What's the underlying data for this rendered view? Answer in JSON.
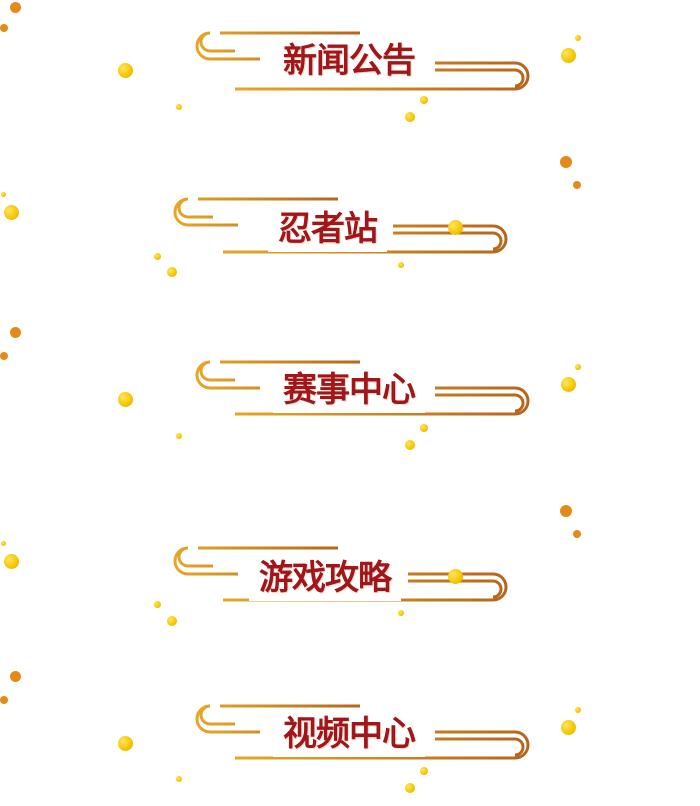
{
  "sections": [
    {
      "label": "新闻公告"
    },
    {
      "label": "忍者站"
    },
    {
      "label": "赛事中心"
    },
    {
      "label": "游戏攻略"
    },
    {
      "label": "视频中心"
    }
  ],
  "colors": {
    "title": "#a2151a",
    "frame_gold": "#e2a21e",
    "frame_brown": "#b2621c",
    "dot_gold": "#f5c400",
    "dot_orange": "#e48a18"
  }
}
